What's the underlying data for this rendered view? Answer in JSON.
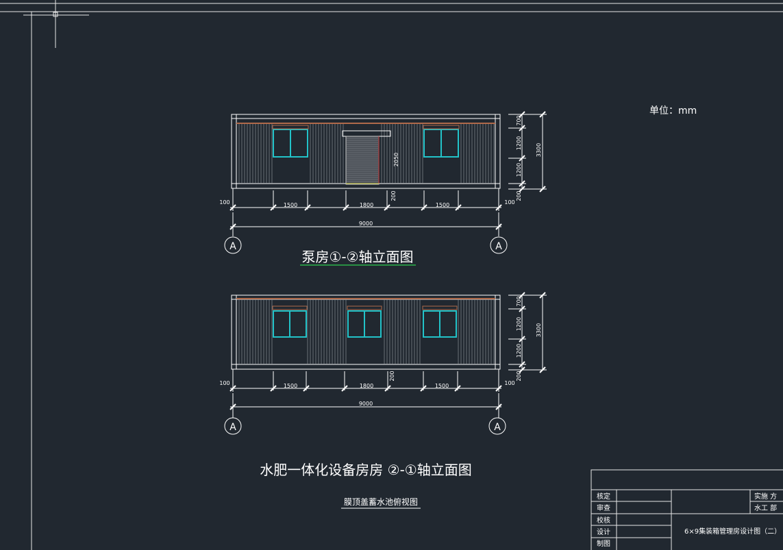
{
  "unit_label": "单位：mm",
  "elevation1": {
    "title": "泵房①-②轴立面图",
    "dims": {
      "top_band": "700",
      "window": "1200",
      "lower": "1200",
      "base": "200",
      "total_height": "3300",
      "door_height": "2050",
      "left_offset": "100",
      "right_offset": "100",
      "win_left": "1500",
      "door_width": "1800",
      "win_right": "1500",
      "total_width": "9000",
      "base_mid": "200"
    },
    "grid_left": "A",
    "grid_right": "A"
  },
  "elevation2": {
    "title": "水肥一体化设备房房 ②-①轴立面图",
    "dims": {
      "top_band": "700",
      "window": "1200",
      "lower": "1200",
      "base": "200",
      "total_height": "3300",
      "left_offset": "100",
      "right_offset": "100",
      "win_left": "1500",
      "win_mid": "1800",
      "win_right": "1500",
      "total_width": "9000",
      "base_mid": "200"
    },
    "grid_left": "A",
    "grid_right": "A"
  },
  "next_title": "膜顶盖蓄水池俯视图",
  "title_block": {
    "rows": [
      "核定",
      "审查",
      "校核",
      "设计",
      "制图"
    ],
    "right_col": [
      "实施 方",
      "水工 部"
    ],
    "drawing_title": "6×9集装箱管理房设计图（二）"
  },
  "colors": {
    "background": "#212830",
    "line": "#ffffff",
    "window": "#22c3c9",
    "roof": "#b06a4a",
    "underline": "#2bb34a"
  }
}
